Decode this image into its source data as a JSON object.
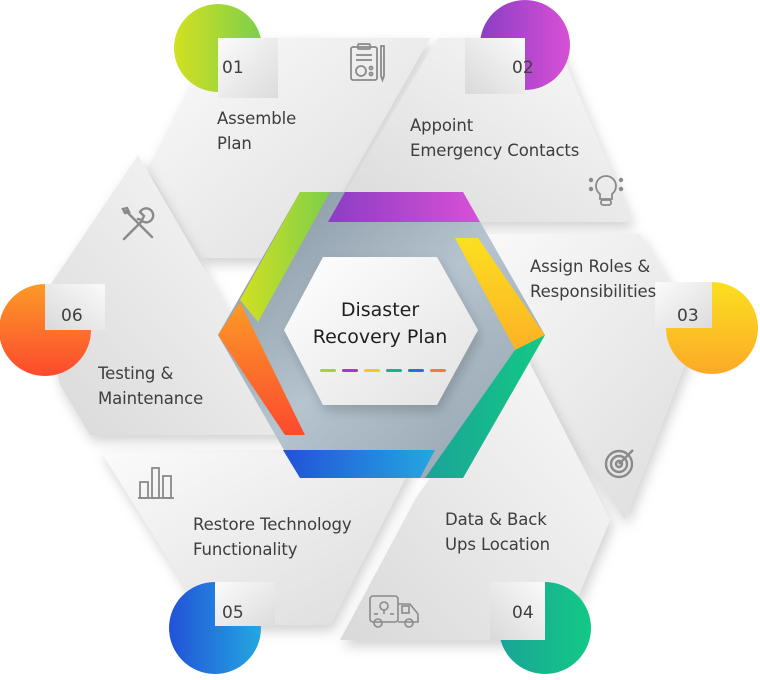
{
  "diagram": {
    "title": {
      "line1": "Disaster",
      "line2": "Recovery Plan"
    },
    "center_dash_colors": [
      "#a6d23a",
      "#9a3fc9",
      "#f8c727",
      "#19b38a",
      "#2b6fd9",
      "#fb7a2c"
    ],
    "steps": [
      {
        "number": "01",
        "line1": "Assemble",
        "line2": "Plan",
        "icon": "clipboard-checklist-icon",
        "color_start": "#d3e021",
        "color_end": "#7ccf4a"
      },
      {
        "number": "02",
        "line1": "Appoint",
        "line2": "Emergency Contacts",
        "icon": "lightbulb-icon",
        "color_start": "#8a3ec4",
        "color_end": "#d850d6"
      },
      {
        "number": "03",
        "line1": "Assign Roles &",
        "line2": "Responsibilities",
        "icon": "target-icon",
        "color_start": "#fbe01f",
        "color_end": "#fca928"
      },
      {
        "number": "04",
        "line1": "Data & Back",
        "line2": "Ups Location",
        "icon": "delivery-truck-icon",
        "color_start": "#1aa398",
        "color_end": "#13c985"
      },
      {
        "number": "05",
        "line1": "Restore Technology",
        "line2": "Functionality",
        "icon": "bar-chart-icon",
        "color_start": "#2252d8",
        "color_end": "#24a7e0"
      },
      {
        "number": "06",
        "line1": "Testing &",
        "line2": "Maintenance",
        "icon": "wrench-screwdriver-icon",
        "color_start": "#fb9a27",
        "color_end": "#fd4a2e"
      }
    ]
  }
}
